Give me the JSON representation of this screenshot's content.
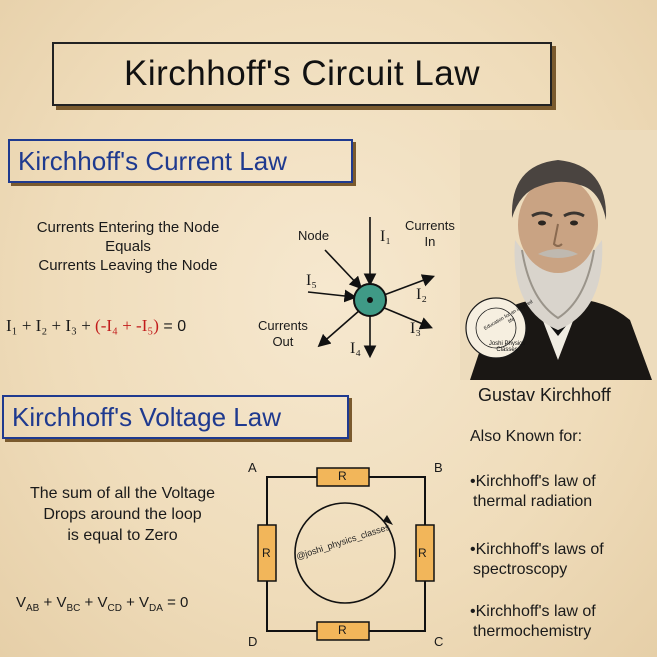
{
  "title": "Kirchhoff's Circuit Law",
  "kcl": {
    "heading": "Kirchhoff's Current Law",
    "desc_line1": "Currents Entering the Node",
    "desc_line2": "Equals",
    "desc_line3": "Currents Leaving the Node",
    "equation_left": "I₁ + I₂ + I₃ + ",
    "equation_red": "(-I₄ + -I₅)",
    "equation_right": " = 0",
    "diagram": {
      "node_label": "Node",
      "currents_in_line1": "Currents",
      "currents_in_line2": "In",
      "currents_out_line1": "Currents",
      "currents_out_line2": "Out",
      "i1": "I₁",
      "i2": "I₂",
      "i3": "I₃",
      "i4": "I₄",
      "i5": "I₅"
    }
  },
  "kvl": {
    "heading": "Kirchhoff's Voltage Law",
    "desc_line1": "The sum of all the Voltage",
    "desc_line2": "Drops around the loop",
    "desc_line3": "is equal to Zero",
    "equation": "Vₐᵦ + Vᵦᶜ + Vᶜᴅ + Vᴅₐ = 0",
    "eq_parts": [
      "V",
      "AB",
      " + V",
      "BC",
      " + V",
      "CD",
      " + V",
      "DA",
      " = 0"
    ],
    "circuit": {
      "corner_a": "A",
      "corner_b": "B",
      "corner_c": "C",
      "corner_d": "D",
      "resistor_label": "R",
      "watermark": "@joshi_physics_classes"
    }
  },
  "person": {
    "name": "Gustav Kirchhoff",
    "also_known": "Also Known for:",
    "items": [
      [
        "•Kirchhoff's law of",
        "thermal radiation"
      ],
      [
        "•Kirchhoff's laws of",
        "spectroscopy"
      ],
      [
        "•Kirchhoff's law of",
        "thermochemistry"
      ]
    ],
    "logo_text": "Joshi Physics Classes",
    "logo_arc": "Education for an inspired life"
  },
  "colors": {
    "heading_blue": "#1f3a8f",
    "accent_red": "#c21b1b",
    "resistor_fill": "#f2b65a",
    "node_fill": "#3f9a86"
  }
}
